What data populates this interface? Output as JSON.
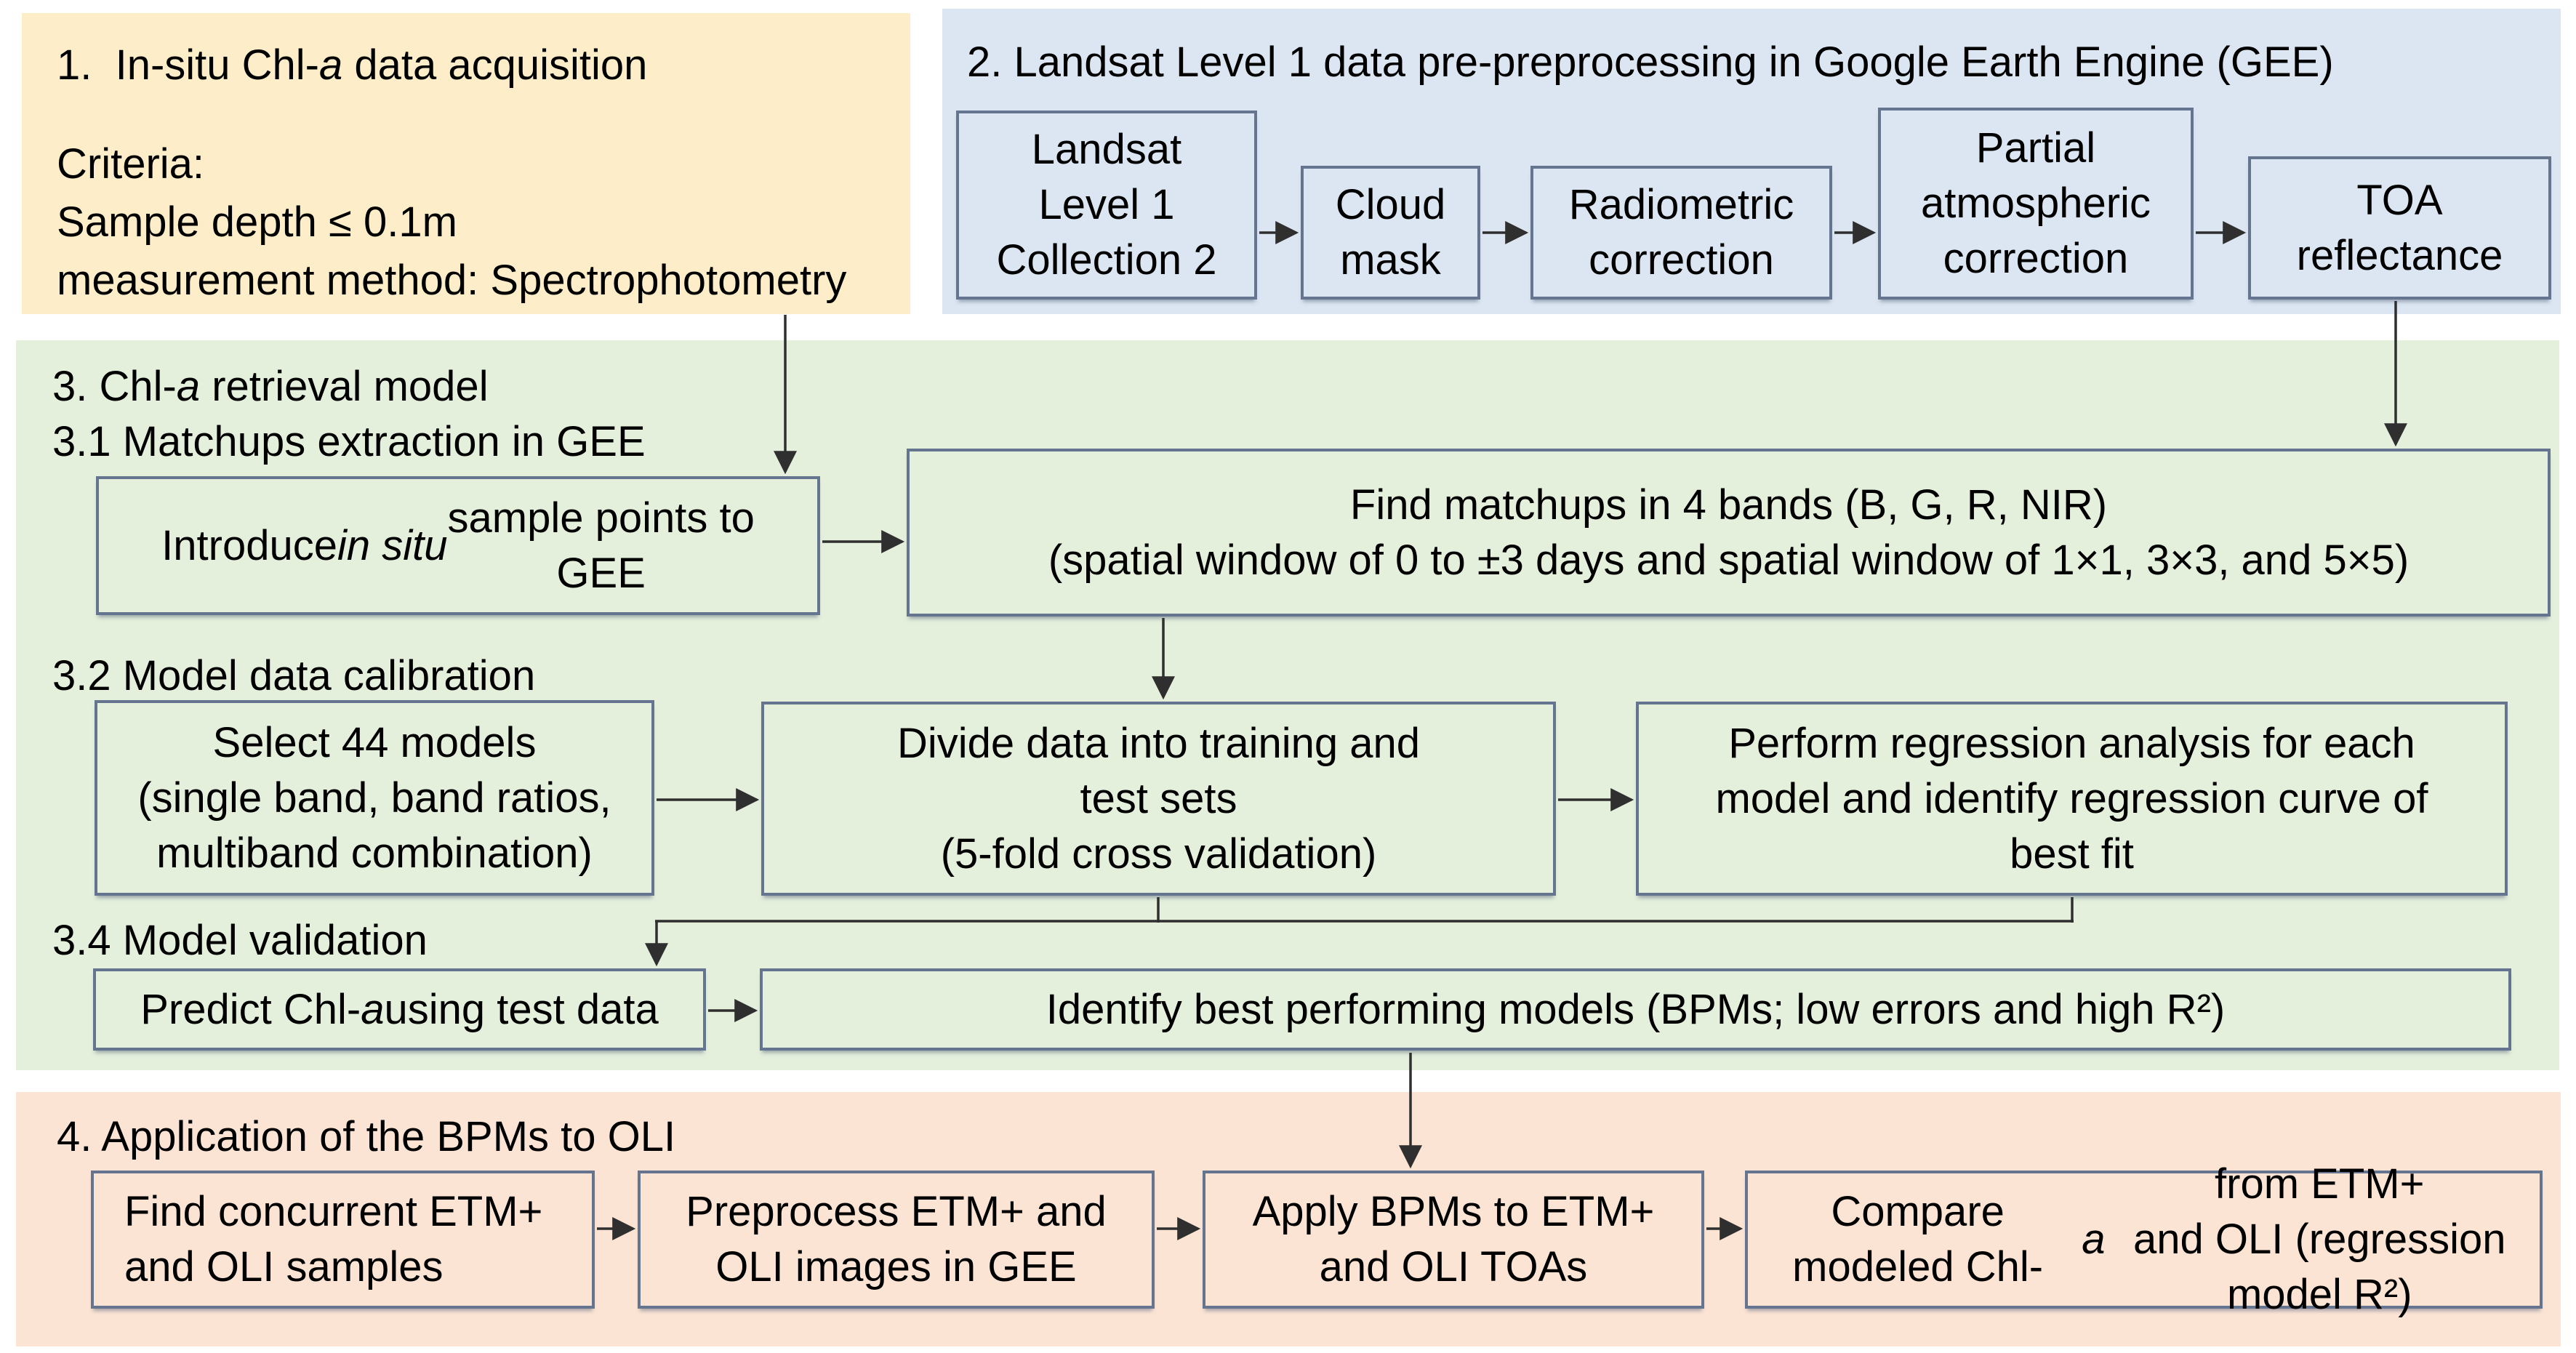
{
  "colors": {
    "section1_bg": "#FDEDC8",
    "section2_bg": "#DCE6F2",
    "section3_bg": "#E4EFDC",
    "section4_bg": "#FCE4D5",
    "box_border": "#66758F",
    "arrow_color": "#2F2F2F",
    "text_color": "#000000"
  },
  "sections": {
    "insitu": {
      "title": "1.&nbsp; In-situ Chl-<i>a</i> data acquisition",
      "criteria": "Criteria:\nSample depth ≤ 0.1m\nmeasurement method: Spectrophotometry"
    },
    "preprocessing": {
      "title": "2. Landsat Level 1 data pre-preprocessing in Google Earth Engine (GEE)",
      "steps": [
        {
          "label": "Landsat\nLevel 1\nCollection 2"
        },
        {
          "label": "Cloud\nmask"
        },
        {
          "label": "Radiometric\ncorrection"
        },
        {
          "label": "Partial\natmospheric\ncorrection"
        },
        {
          "label": "TOA\nreflectance"
        }
      ]
    },
    "retrieval": {
      "title": "3. Chl-<i>a</i> retrieval model",
      "matchups": {
        "title": "3.1 Matchups extraction in GEE",
        "introduce_box": "Introduce <i>in situ</i> sample points to\nGEE",
        "find_box": "Find matchups in 4 bands (B, G, R, NIR)\n(spatial window of 0 to ±3 days and spatial window of 1×1, 3×3, and 5×5)"
      },
      "calibration": {
        "title": "3.2 Model data calibration",
        "select_box": "Select 44 models\n(single band, band ratios,\nmultiband combination)",
        "divide_box": "Divide data into training and\ntest sets\n(5-fold cross validation)",
        "regression_box": "Perform regression analysis for each\nmodel and identify regression curve of\nbest fit"
      },
      "validation": {
        "title": "3.4 Model validation",
        "predict_box": "Predict Chl-<i>a</i> using test data",
        "identify_box": "Identify best performing models (BPMs; low errors and high R²)"
      }
    },
    "application": {
      "title": "4. Application of the BPMs to OLI",
      "steps": [
        {
          "label": "Find concurrent ETM+\nand OLI samples"
        },
        {
          "label": "Preprocess ETM+ and\nOLI images in GEE"
        },
        {
          "label": "Apply BPMs to ETM+\nand OLI TOAs"
        },
        {
          "label": "Compare modeled Chl-<i>a</i> from ETM+\nand OLI (regression model R²)"
        }
      ]
    }
  }
}
